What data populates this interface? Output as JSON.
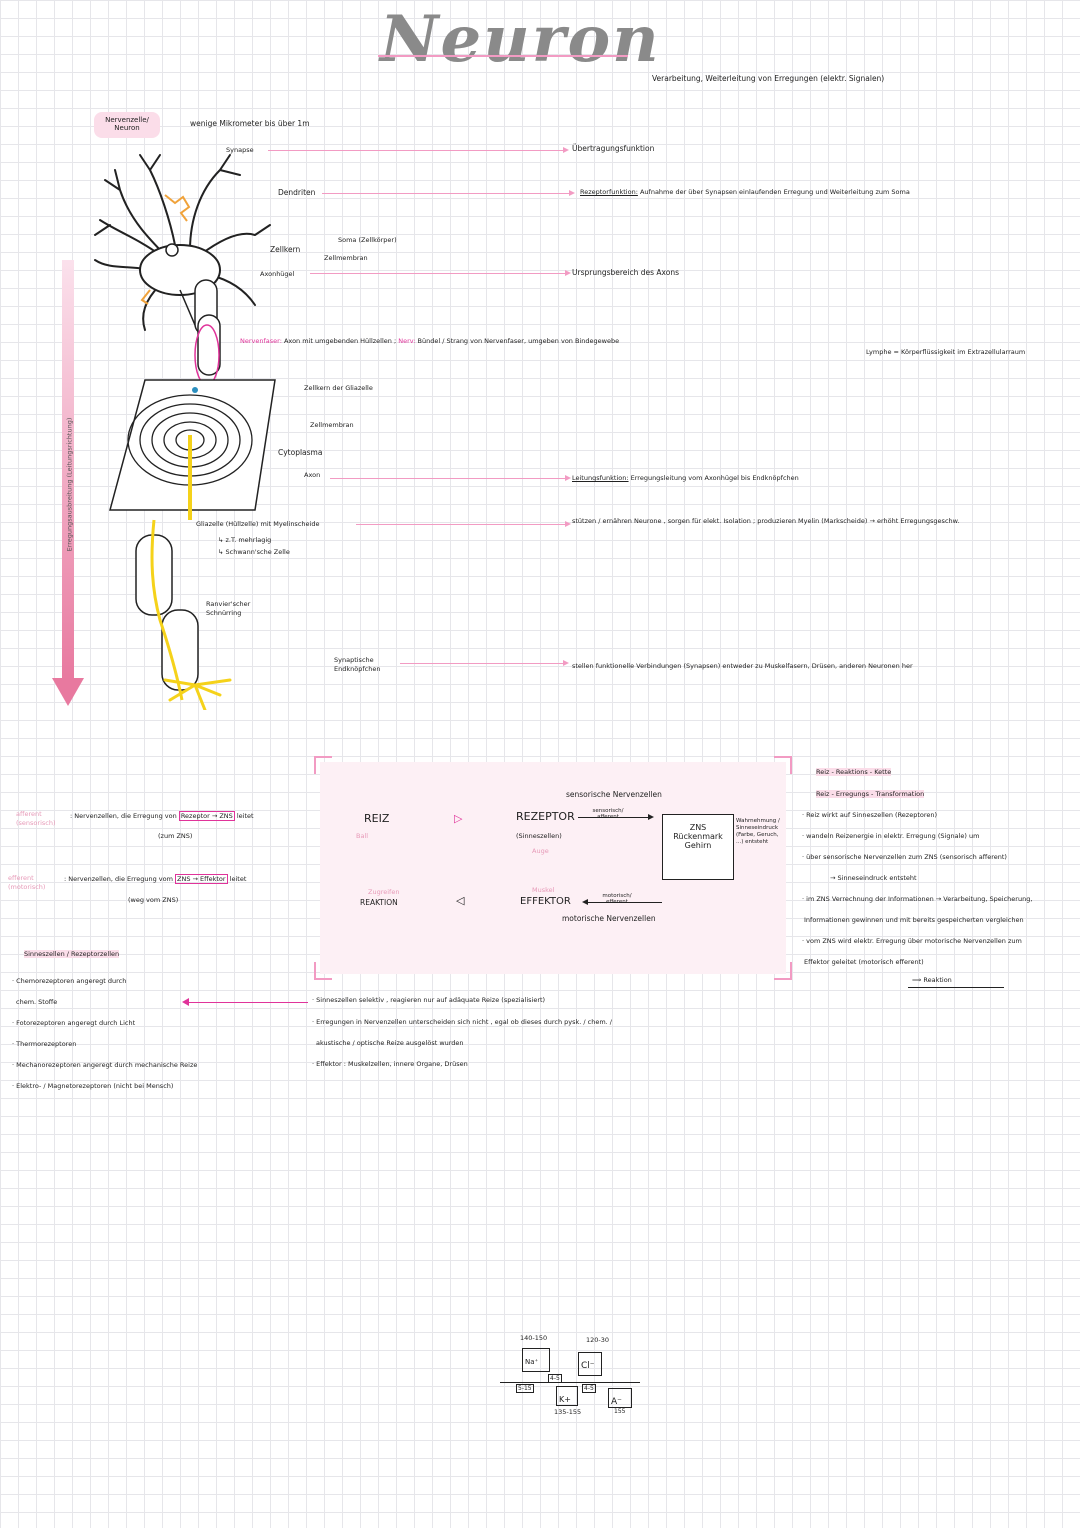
{
  "title": "Neuron",
  "subtitle": "Verarbeitung, Weiterleitung von Erregungen (elektr. Signalen)",
  "neuron": {
    "badge": "Nervenzelle/ Neuron",
    "size_note": "wenige Mikrometer bis über 1m",
    "synapse": "Synapse",
    "dendriten": "Dendriten",
    "soma": "Soma (Zellkörper)",
    "zellkern": "Zellkern",
    "zellmembran_soma": "Zellmembran",
    "axonhuegel": "Axonhügel",
    "nervenfaser_label": "Nervenfaser:",
    "nervenfaser_text": "Axon mit umgebenden Hüllzellen ;",
    "nerv_label": "Nerv:",
    "nerv_text": "Bündel / Strang von Nervenfaser, umgeben von Bindegewebe",
    "zellkern_glia": "Zellkern der Gliazelle",
    "zellmembran": "Zellmembran",
    "cytoplasma": "Cytoplasma",
    "axon": "Axon",
    "gliazelle": "Gliazelle (Hüllzelle) mit Myelinscheide",
    "glia_sub1": "↳ z.T. mehrlagig",
    "glia_sub2": "↳ Schwann'sche Zelle",
    "ranvier": "Ranvier'scher Schnürring",
    "endknoepfchen": "Synaptische Endknöpfchen",
    "arrow_label": "Erregungsausbreitung (Leitungsrichtung)"
  },
  "functions": {
    "uebertragung": "Übertragungsfunktion",
    "rezeptor_label": "Rezeptorfunktion:",
    "rezeptor_text": "Aufnahme der über Synapsen einlaufenden Erregung und Weiterleitung zum Soma",
    "ursprung": "Ursprungsbereich des Axons",
    "lymphe": "Lymphe = Körperflüssigkeit im Extrazellularraum",
    "leitung_label": "Leitungsfunktion:",
    "leitung_text": "Erregungsleitung vom Axonhügel bis Endknöpfchen",
    "glia_func": "stützen / ernähren Neurone , sorgen für elekt. Isolation ; produzieren Myelin (Markscheide) → erhöht Erregungsgeschw.",
    "endknopf_func": "stellen funktionelle Verbindungen (Synapsen) entweder zu Muskelfasern, Drüsen, anderen Neuronen her"
  },
  "afferent": {
    "tag": "afferent (sensorisch)",
    "text": ": Nervenzellen, die Erregung von",
    "box": "Rezeptor → ZNS",
    "end": "leitet",
    "note": "(zum ZNS)"
  },
  "efferent": {
    "tag": "efferent (motorisch)",
    "text": ": Nervenzellen, die Erregung vom",
    "box": "ZNS → Effektor",
    "end": "leitet",
    "note": "(weg vom ZNS)"
  },
  "sinnes": {
    "heading": "Sinneszellen / Rezeptorzellen",
    "items": [
      "· Chemorezeptoren angeregt durch",
      "chem. Stoffe",
      "· Fotorezeptoren angeregt durch Licht",
      "· Thermorezeptoren",
      "· Mechanorezeptoren angeregt durch mechanische Reize",
      "· Elektro- / Magnetorezeptoren (nicht bei Mensch)"
    ]
  },
  "diagram": {
    "sens_title": "sensorische Nervenzellen",
    "reiz": "REIZ",
    "ball": "Ball",
    "rezeptor": "REZEPTOR",
    "sinneszellen": "(Sinneszellen)",
    "auge": "Auge",
    "sens_aff": "sensorisch/ afferent",
    "zns": "ZNS",
    "rueckenmark": "Rückenmark",
    "gehirn": "Gehirn",
    "wahrnehmung": "Wahrnehmung / Sinneseindruck (Farbe, Geruch, ...) entsteht",
    "zugreifen": "Zugreifen",
    "reaktion": "REAKTION",
    "muskel": "Muskel",
    "effektor": "EFFEKTOR",
    "mot_eff": "motorisch/ efferent",
    "mot_title": "motorische Nervenzellen"
  },
  "chain": {
    "title": "Reiz - Reaktions - Kette",
    "subtitle": "Reiz - Erregungs - Transformation",
    "lines": [
      "· Reiz wirkt auf Sinneszellen (Rezeptoren)",
      "· wandeln Reizenergie in elektr. Erregung (Signale) um",
      "· über sensorische Nervenzellen zum ZNS (sensorisch afferent)",
      "→ Sinneseindruck entsteht",
      "· im ZNS Verrechnung der Informationen → Verarbeitung, Speicherung,",
      "Informationen gewinnen und mit bereits gespeicherten vergleichen",
      "· vom ZNS wird elektr. Erregung über motorische Nervenzellen zum",
      "Effektor geleitet (motorisch efferent)",
      "⟹ Reaktion"
    ]
  },
  "notes": [
    "· Sinneszellen selektiv , reagieren nur auf adäquate Reize (spezialisiert)",
    "· Erregungen in Nervenzellen unterscheiden sich nicht , egal ob dieses durch pysk. / chem. /",
    "akustische / optische Reize ausgelöst wurden",
    "· Effektor : Muskelzellen, innere Organe, Drüsen"
  ],
  "ions": {
    "na_val": "140-150",
    "cl_val": "120-30",
    "na": "Na⁺",
    "cl": "Cl⁻",
    "na_in": "5-15",
    "cl_in": "4-5",
    "k_out": "4-5",
    "k": "K+",
    "a": "A⁻",
    "k_val": "135-155",
    "a_val": "155"
  },
  "colors": {
    "accent": "#e0339a",
    "light_pink": "#fbdde9",
    "yellow": "#f5d21a",
    "orange": "#f0a23a",
    "gray_title": "#888888"
  }
}
